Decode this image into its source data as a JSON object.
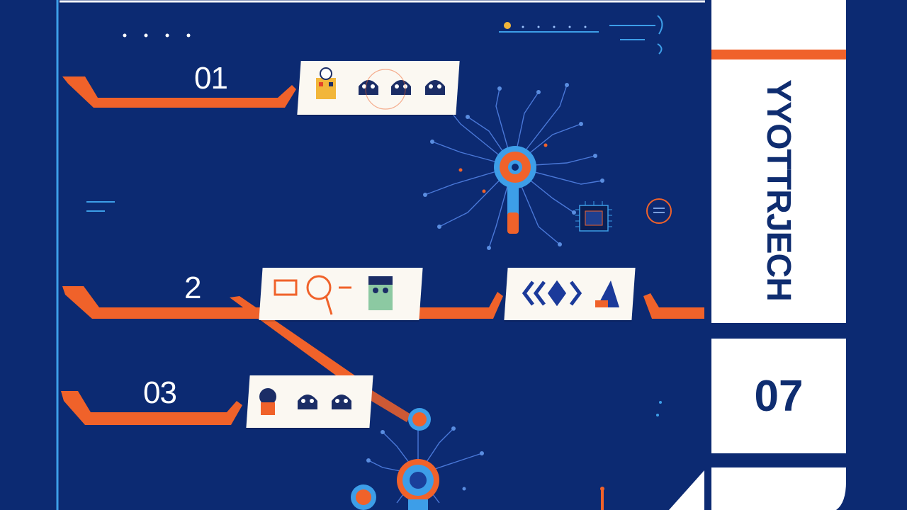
{
  "steps": [
    {
      "number": "01"
    },
    {
      "number": "2"
    },
    {
      "number": "03"
    }
  ],
  "side_panel": {
    "title": "YYOTTRJECH",
    "number": "07"
  },
  "colors": {
    "background": "#0c2a72",
    "accent": "#f0622a",
    "line": "#3d9ee8",
    "panel": "#ffffff",
    "panel_text": "#0f2d70"
  }
}
